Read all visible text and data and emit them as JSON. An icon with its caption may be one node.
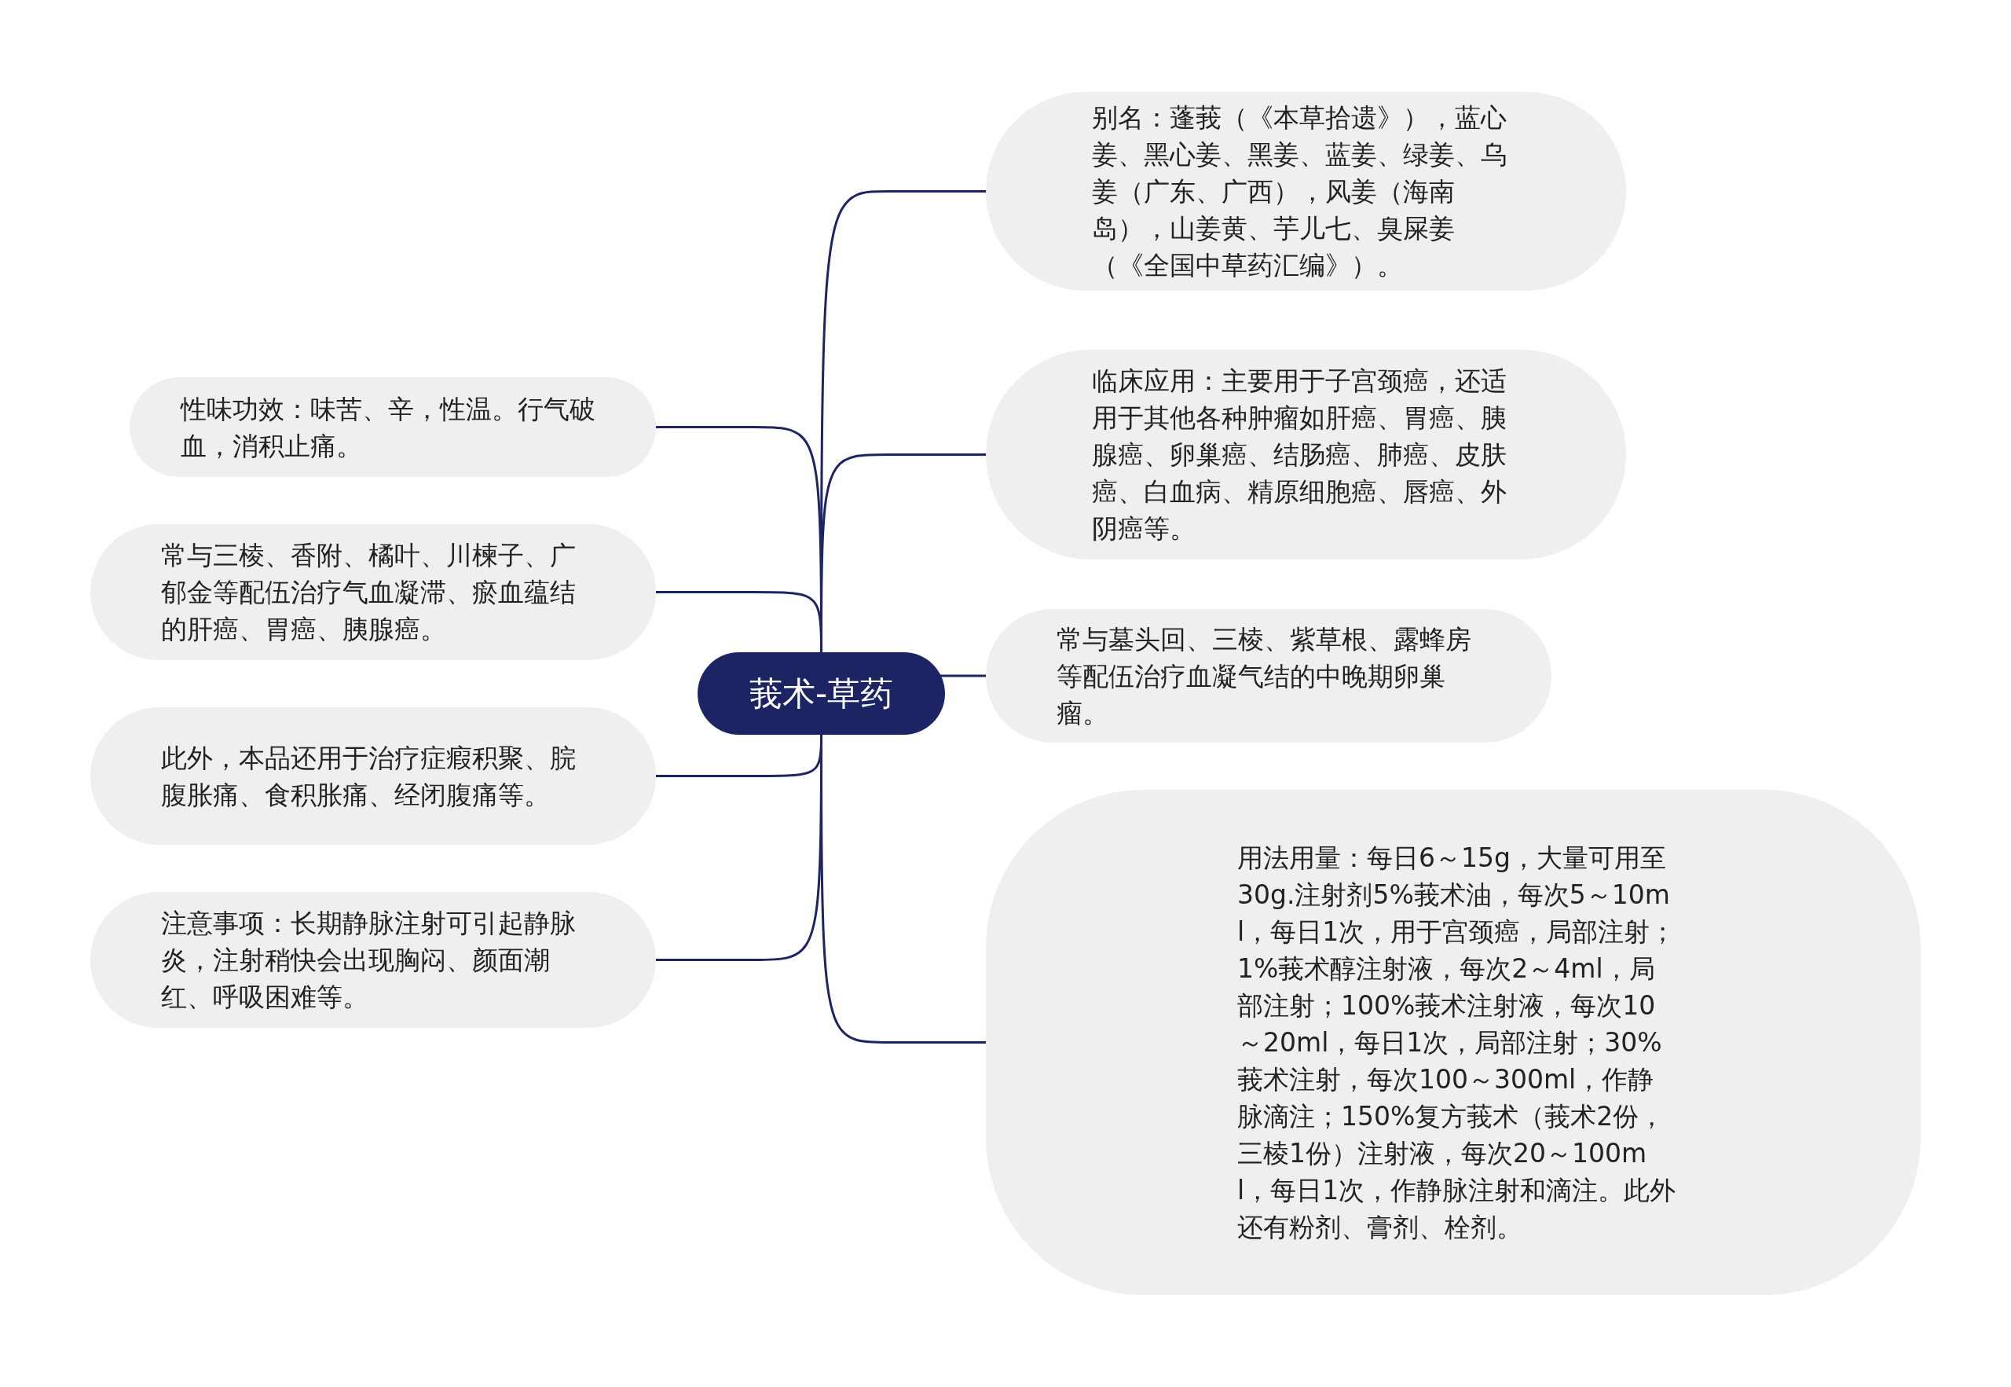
{
  "diagram": {
    "nodes": [
      {
        "text": [
          "莪术-草药"
        ]
      },
      {
        "text": [
          "别名：蓬莪（《本草拾遗》），蓝心姜、黑心姜、黑姜、蓝姜、绿姜、乌姜（广东、广西），风姜（海南岛），山姜黄、芋儿七、臭屎姜（《全国中草药汇编》）。"
        ]
      },
      {
        "text": [
          "临床应用：主要用于子宫颈癌，还适用于其他各种肿瘤如肝癌、胃癌、胰腺癌、卵巢癌、结肠癌、肺癌、皮肤癌、白血病、精原细胞癌、唇癌、外阴癌等。"
        ]
      },
      {
        "text": [
          "常与墓头回、三棱、紫草根、露蜂房等配伍治疗血凝气结的中晚期卵巢瘤。"
        ]
      },
      {
        "text": [
          "用法用量：每日6～15g，大量可用至30g.注射剂5%莪术油，每次5～10ml，每日1次，用于宫颈癌，局部注射；1%莪术醇注射液，每次2～4ml，局部注射；100%莪术注射液，每次10～20ml，每日1次，局部注射；30%莪术注射，每次100～300ml，作静脉滴注；150%复方莪术（莪术2份，三棱1份）注射液，每次20～100ml，每日1次，作静脉注射和滴注。此外还有粉剂、膏剂、栓剂。"
        ]
      },
      {
        "text": [
          "性味功效：味苦、辛，性温。行气破血，消积止痛。"
        ]
      },
      {
        "text": [
          "常与三棱、香附、橘叶、川楝子、广郁金等配伍治疗气血凝滞、瘀血蕴结的肝癌、胃癌、胰腺癌。"
        ]
      },
      {
        "text": [
          "此外，本品还用于治疗症瘕积聚、脘腹胀痛、食积胀痛、经闭腹痛等。"
        ]
      },
      {
        "text": [
          "注意事项：长期静脉注射可引起静脉炎，注射稍快会出现胸闷、颜面潮红、呼吸困难等。"
        ]
      }
    ],
    "edges": [
      {
        "from": 0,
        "to": 1,
        "arrow": "none"
      },
      {
        "from": 0,
        "to": 2,
        "arrow": "none"
      },
      {
        "from": 0,
        "to": 3,
        "arrow": "none"
      },
      {
        "from": 0,
        "to": 4,
        "arrow": "none"
      },
      {
        "from": 0,
        "to": 5,
        "arrow": "none"
      },
      {
        "from": 0,
        "to": 6,
        "arrow": "none"
      },
      {
        "from": 0,
        "to": 7,
        "arrow": "none"
      },
      {
        "from": 0,
        "to": 8,
        "arrow": "none"
      }
    ]
  }
}
